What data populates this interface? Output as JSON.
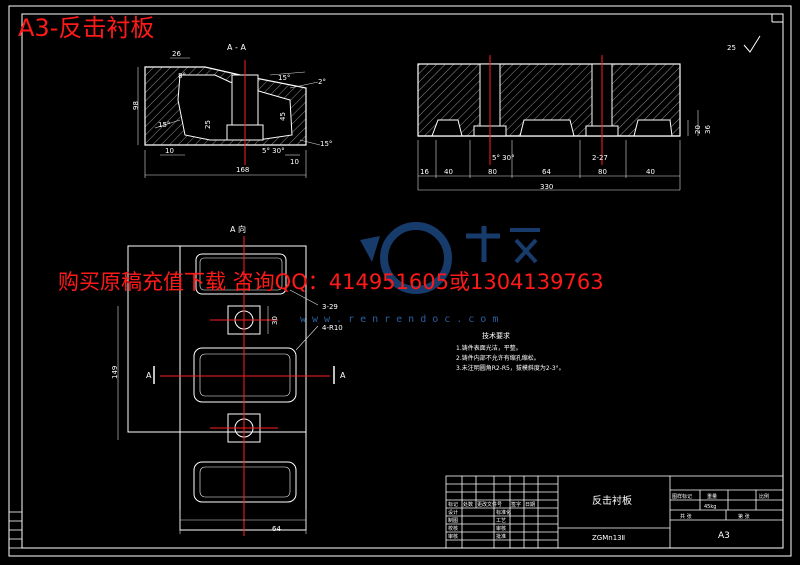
{
  "overlay_title": "A3-反击衬板",
  "ad_text": "购买原稿充值下载 咨询QQ：414951605或1304139763",
  "watermark_url": "www.renrendoc.com",
  "views": {
    "section_label": "A - A",
    "top_view_label": "A 向",
    "section_marker": "A"
  },
  "dims": {
    "d26": "26",
    "d8deg": "8°",
    "d15deg_top": "15°",
    "d2deg": "2°",
    "d98": "98",
    "d25": "25",
    "d45": "45",
    "d15deg_left": "15°",
    "d15deg_right": "15°",
    "d10a": "10",
    "d10b": "10",
    "d5_30": "5° 30°",
    "d168": "168",
    "d149": "149",
    "d30": "30",
    "d3_29": "3-29",
    "d4_r10": "4-R10",
    "d64": "64",
    "r16": "16",
    "r40a": "40",
    "r80a": "80",
    "r64": "64",
    "r80b": "80",
    "r40b": "40",
    "r_angle": "5° 30°",
    "r_2_27": "2-27",
    "r_total": "330",
    "r_20": "20",
    "r_36": "36"
  },
  "notes": {
    "title": "技术要求",
    "items": [
      "1.铸件表面光洁，平整。",
      "2.铸件内部不允许有缩孔缩松。",
      "3.未注明圆角R2-R5，拔模斜度为2-3°。"
    ]
  },
  "title_block": {
    "part_name": "反击衬板",
    "material": "ZGMn13Ⅱ",
    "size": "A3",
    "col_marker": "标记",
    "col_count": "处数",
    "col_change": "更改文件号",
    "col_sign": "签字",
    "col_date": "日期",
    "row_design": "设计",
    "row_draw": "制图",
    "row_check": "校核",
    "row_approve": "审核",
    "row_std": "标准化",
    "row_craft": "工艺",
    "row_review": "审核",
    "row_approve2": "批准",
    "stage": "图样标记",
    "weight": "重量",
    "ratio": "比例",
    "sheet_total": "共 张",
    "sheet_num": "第 张",
    "kg": "45kg"
  },
  "colors": {
    "background": "#000000",
    "lines": "#ffffff",
    "center": "#ff2020",
    "dim": "#e8e8e8",
    "ad": "#ff1a1a",
    "watermark": "#2a5fa0"
  }
}
